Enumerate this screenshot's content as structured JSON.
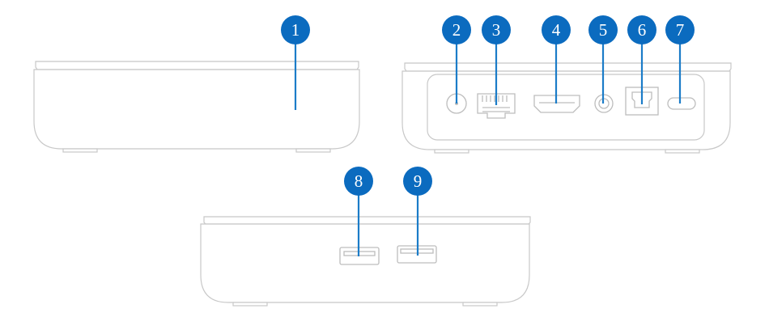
{
  "callouts": {
    "c1": "1",
    "c2": "2",
    "c3": "3",
    "c4": "4",
    "c5": "5",
    "c6": "6",
    "c7": "7",
    "c8": "8",
    "c9": "9"
  },
  "colors": {
    "callout": "#0b6bbf",
    "leader": "#1b7cc8",
    "outline": "#c8c8c8"
  }
}
